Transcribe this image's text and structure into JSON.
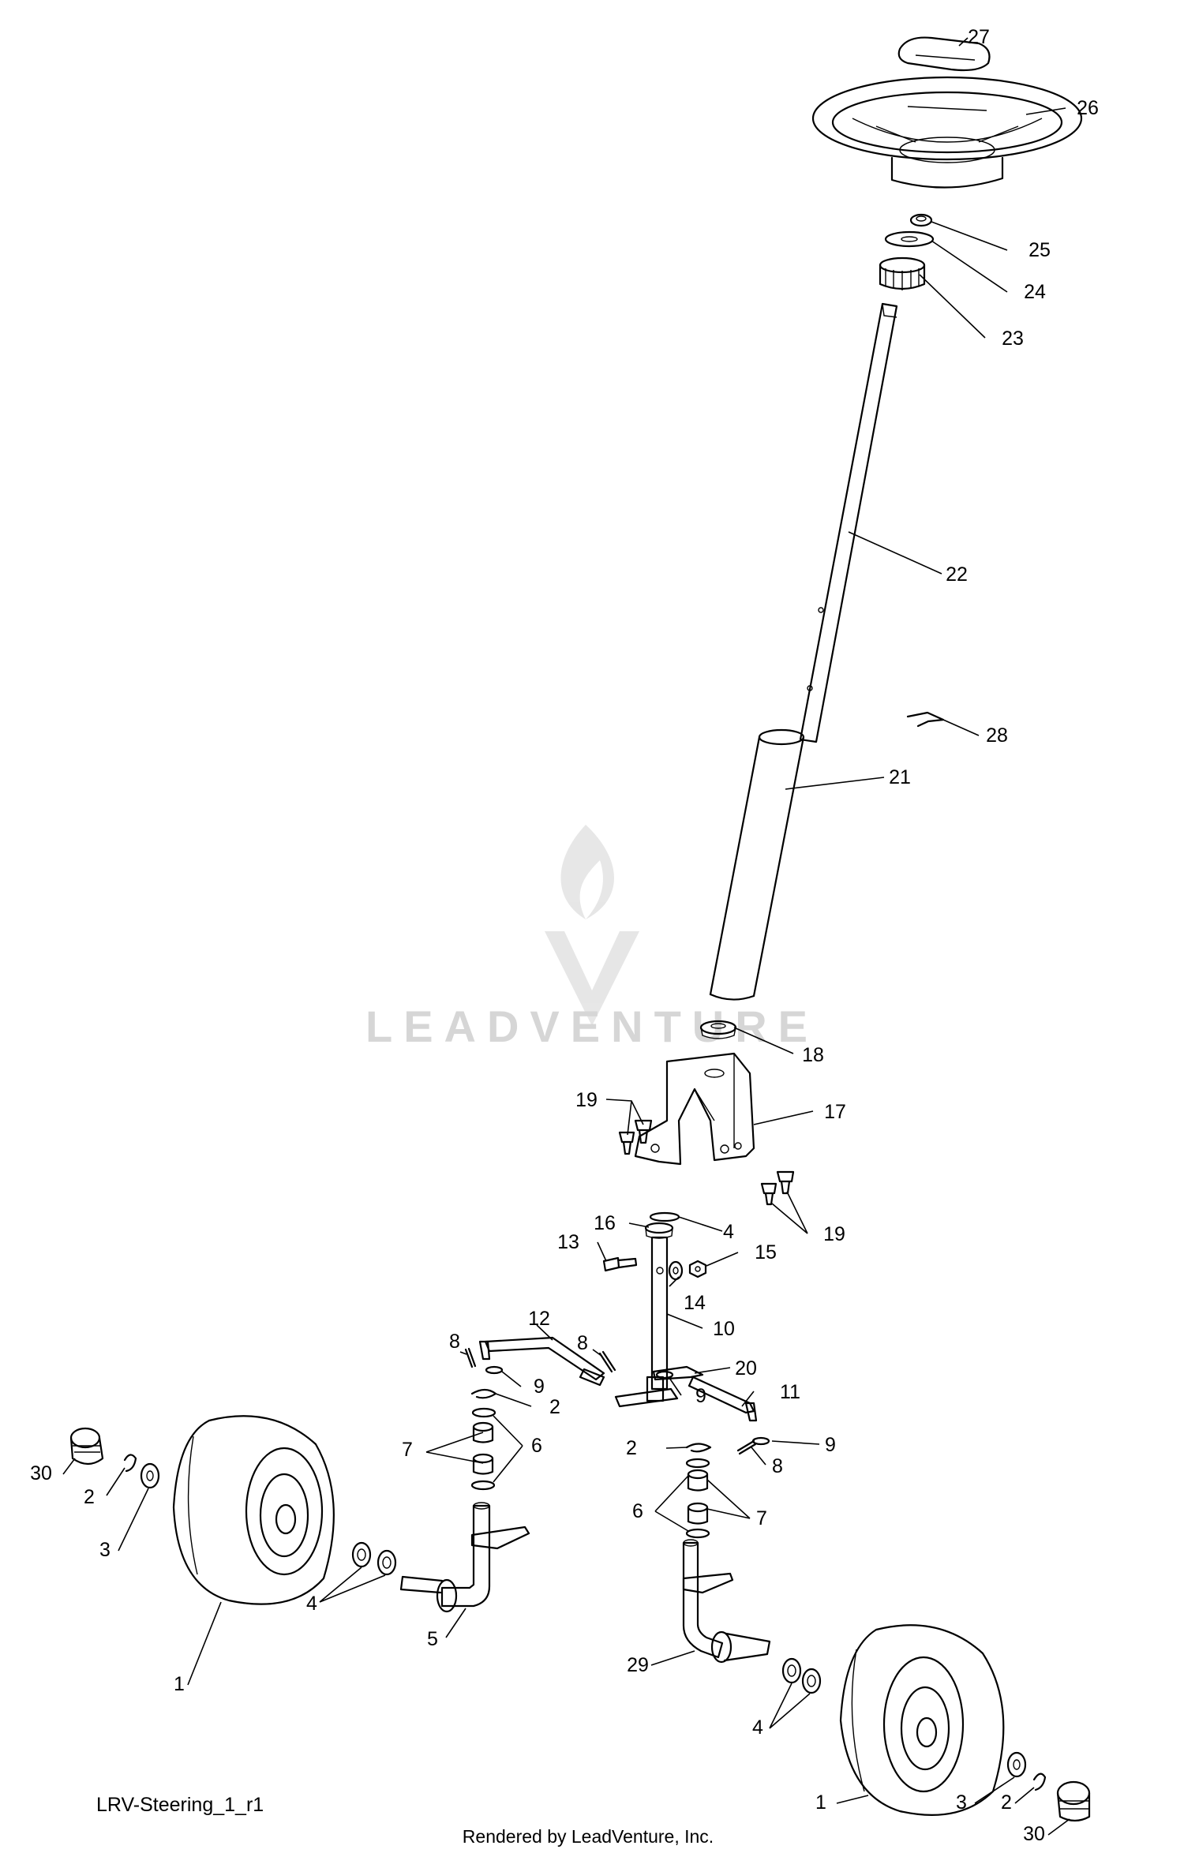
{
  "diagram_id": "LRV-Steering_1_r1",
  "credit": "Rendered by LeadVenture, Inc.",
  "watermark": "LEADVENTURE",
  "callouts": [
    {
      "label": "27"
    },
    {
      "label": "26"
    },
    {
      "label": "25"
    },
    {
      "label": "24"
    },
    {
      "label": "23"
    },
    {
      "label": "22"
    },
    {
      "label": "28"
    },
    {
      "label": "21"
    },
    {
      "label": "18"
    },
    {
      "label": "17"
    },
    {
      "label": "19"
    },
    {
      "label": "19"
    },
    {
      "label": "16"
    },
    {
      "label": "4"
    },
    {
      "label": "13"
    },
    {
      "label": "15"
    },
    {
      "label": "14"
    },
    {
      "label": "12"
    },
    {
      "label": "10"
    },
    {
      "label": "8"
    },
    {
      "label": "8"
    },
    {
      "label": "20"
    },
    {
      "label": "11"
    },
    {
      "label": "9"
    },
    {
      "label": "9"
    },
    {
      "label": "2"
    },
    {
      "label": "7"
    },
    {
      "label": "6"
    },
    {
      "label": "2"
    },
    {
      "label": "9"
    },
    {
      "label": "8"
    },
    {
      "label": "6"
    },
    {
      "label": "7"
    },
    {
      "label": "30"
    },
    {
      "label": "2"
    },
    {
      "label": "3"
    },
    {
      "label": "4"
    },
    {
      "label": "5"
    },
    {
      "label": "1"
    },
    {
      "label": "29"
    },
    {
      "label": "4"
    },
    {
      "label": "1"
    },
    {
      "label": "3"
    },
    {
      "label": "2"
    },
    {
      "label": "30"
    }
  ]
}
